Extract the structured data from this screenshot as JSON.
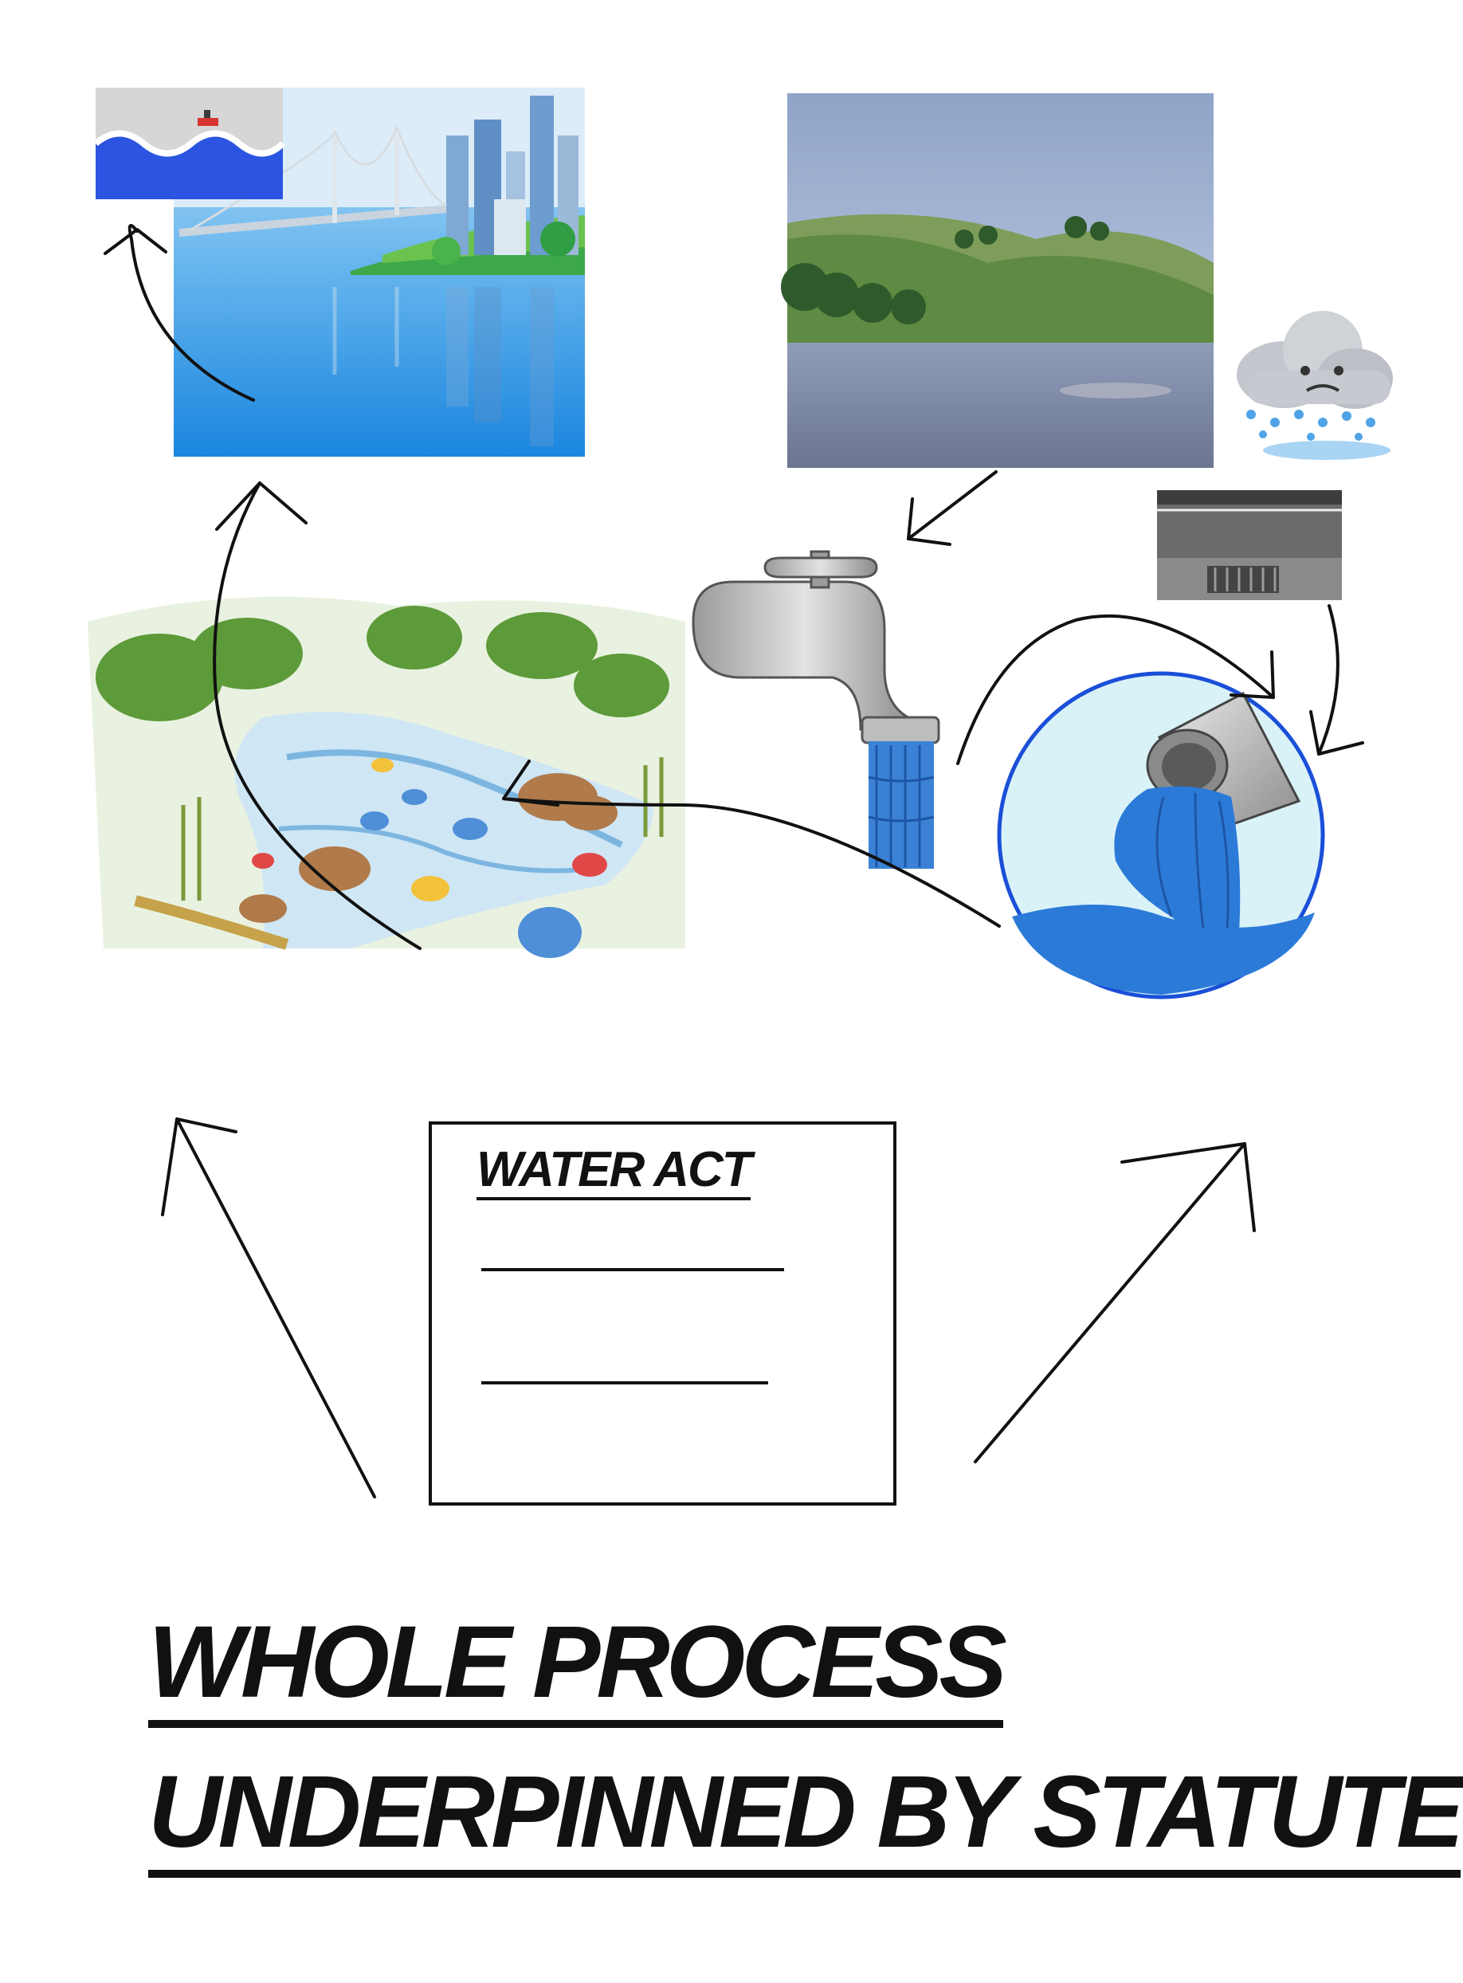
{
  "document": {
    "title": "WATER ACT",
    "blank_lines": 2
  },
  "headline": {
    "line1": "WHOLE PROCESS",
    "line2": "UNDERPINNED BY STATUTE"
  },
  "colors": {
    "sea": "#1f8fe0",
    "sky": "#9fc8ef",
    "pipe_water": "#2b7ad8",
    "ink": "#111111"
  },
  "illustrations": [
    "sea-wave-icon",
    "bay-bridge-city-image",
    "reservoir-landscape-image",
    "rain-cloud-icon",
    "road-drain-image",
    "water-tap-icon",
    "outfall-pipe-icon",
    "river-habitat-illustration"
  ]
}
